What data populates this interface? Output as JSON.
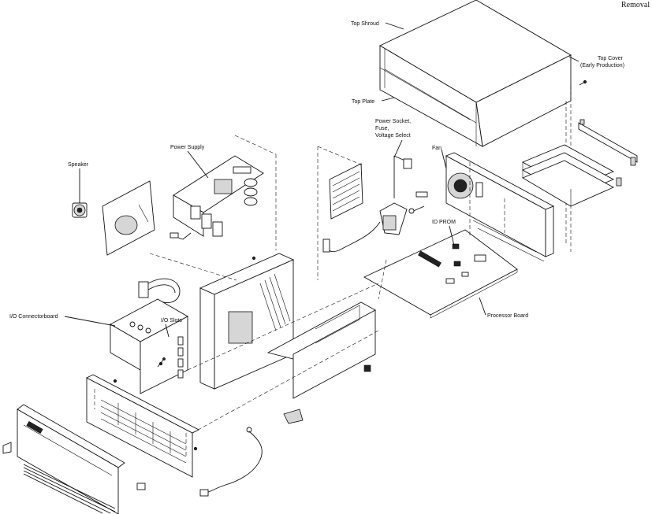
{
  "page": {
    "heading": "Removal"
  },
  "labels": {
    "top_shroud": "Top Shroud",
    "top_cover_1": "Top Cover",
    "top_cover_2": "(Early Production)",
    "top_plate": "Top Plate",
    "power_socket_1": "Power Socket,",
    "power_socket_2": "Fuse,",
    "power_socket_3": "Voltage Select",
    "fan": "Fan",
    "speaker": "Speaker",
    "power_supply": "Power Supply",
    "id_prom": "ID PROM",
    "io_connectorboard": "I/O Connectorboard",
    "io_slots": "I/O Slots",
    "processor_board": "Processor Board"
  }
}
